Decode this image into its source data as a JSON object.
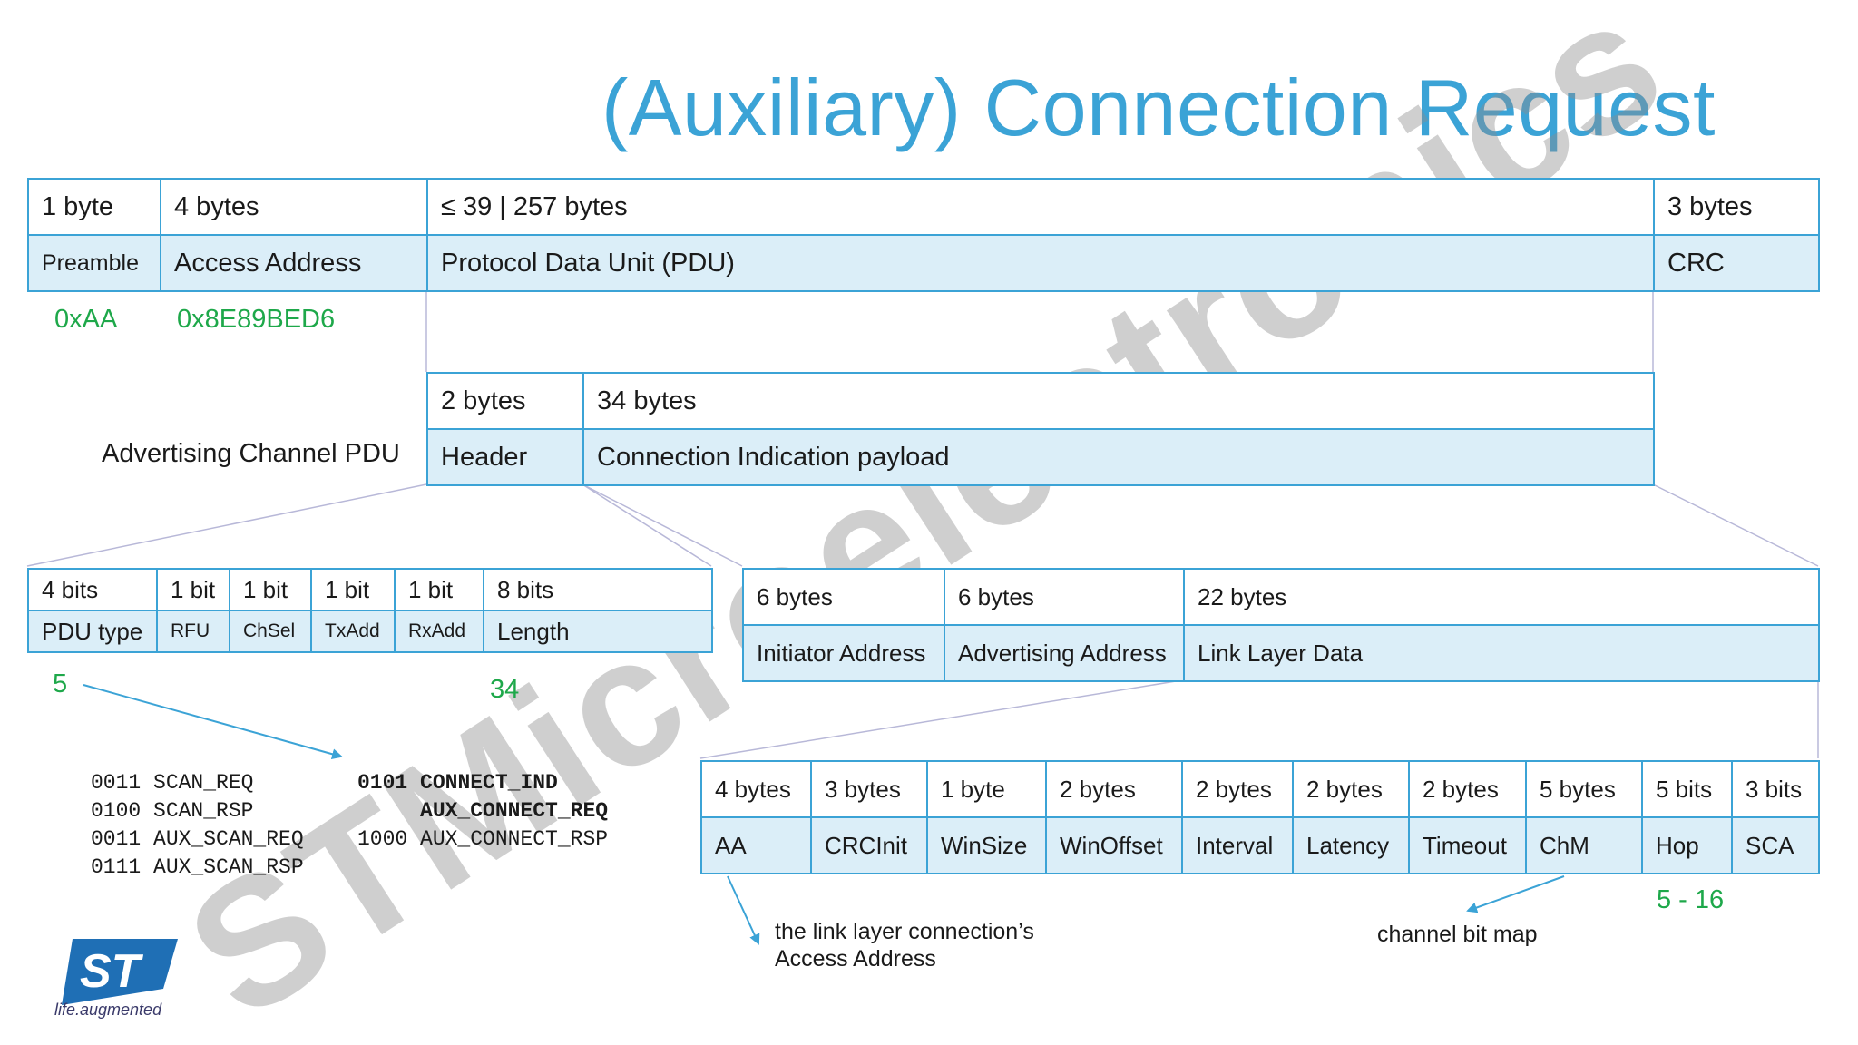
{
  "title": "(Auxiliary) Connection Request",
  "packet": {
    "sizes": [
      "1 byte",
      "4 bytes",
      "≤ 39 | 257 bytes",
      "3 bytes"
    ],
    "fields": [
      "Preamble",
      "Access Address",
      "Protocol Data Unit (PDU)",
      "CRC"
    ],
    "values": [
      "0xAA",
      "0x8E89BED6"
    ]
  },
  "adv_pdu": {
    "label": "Advertising Channel PDU",
    "sizes": [
      "2 bytes",
      "34 bytes"
    ],
    "fields": [
      "Header",
      "Connection Indication payload"
    ]
  },
  "header": {
    "sizes": [
      "4 bits",
      "1 bit",
      "1 bit",
      "1 bit",
      "1 bit",
      "8 bits"
    ],
    "fields": [
      "PDU type",
      "RFU",
      "ChSel",
      "TxAdd",
      "RxAdd",
      "Length"
    ],
    "pdu_type_value": "5",
    "length_value": "34"
  },
  "payload": {
    "sizes": [
      "6 bytes",
      "6 bytes",
      "22 bytes"
    ],
    "fields": [
      "Initiator Address",
      "Advertising Address",
      "Link Layer Data"
    ]
  },
  "ll_data": {
    "sizes": [
      "4 bytes",
      "3 bytes",
      "1 byte",
      "2 bytes",
      "2 bytes",
      "2 bytes",
      "2 bytes",
      "5 bytes",
      "5 bits",
      "3 bits"
    ],
    "fields": [
      "AA",
      "CRCInit",
      "WinSize",
      "WinOffset",
      "Interval",
      "Latency",
      "Timeout",
      "ChM",
      "Hop",
      "SCA"
    ],
    "hop_value": "5 - 16",
    "aa_note_line1": "the link layer connection’s",
    "aa_note_line2": "Access Address",
    "chm_note": "channel bit map"
  },
  "pdu_types": {
    "left": [
      "0011 SCAN_REQ",
      "0100 SCAN_RSP",
      "0011 AUX_SCAN_REQ",
      "0111 AUX_SCAN_RSP"
    ],
    "right_code1": "0101",
    "right_name1": "CONNECT_IND",
    "right_name2": "AUX_CONNECT_REQ",
    "right_line3": "1000 AUX_CONNECT_RSP"
  },
  "watermark": "STMicroelectronics",
  "logo": {
    "text": "ST",
    "tagline": "life.augmented"
  },
  "colors": {
    "title": "#3ba3d6",
    "border": "#3ba3d6",
    "fill": "#dbeef8",
    "value": "#1ea84a",
    "watermark": "#8c8c8c"
  }
}
